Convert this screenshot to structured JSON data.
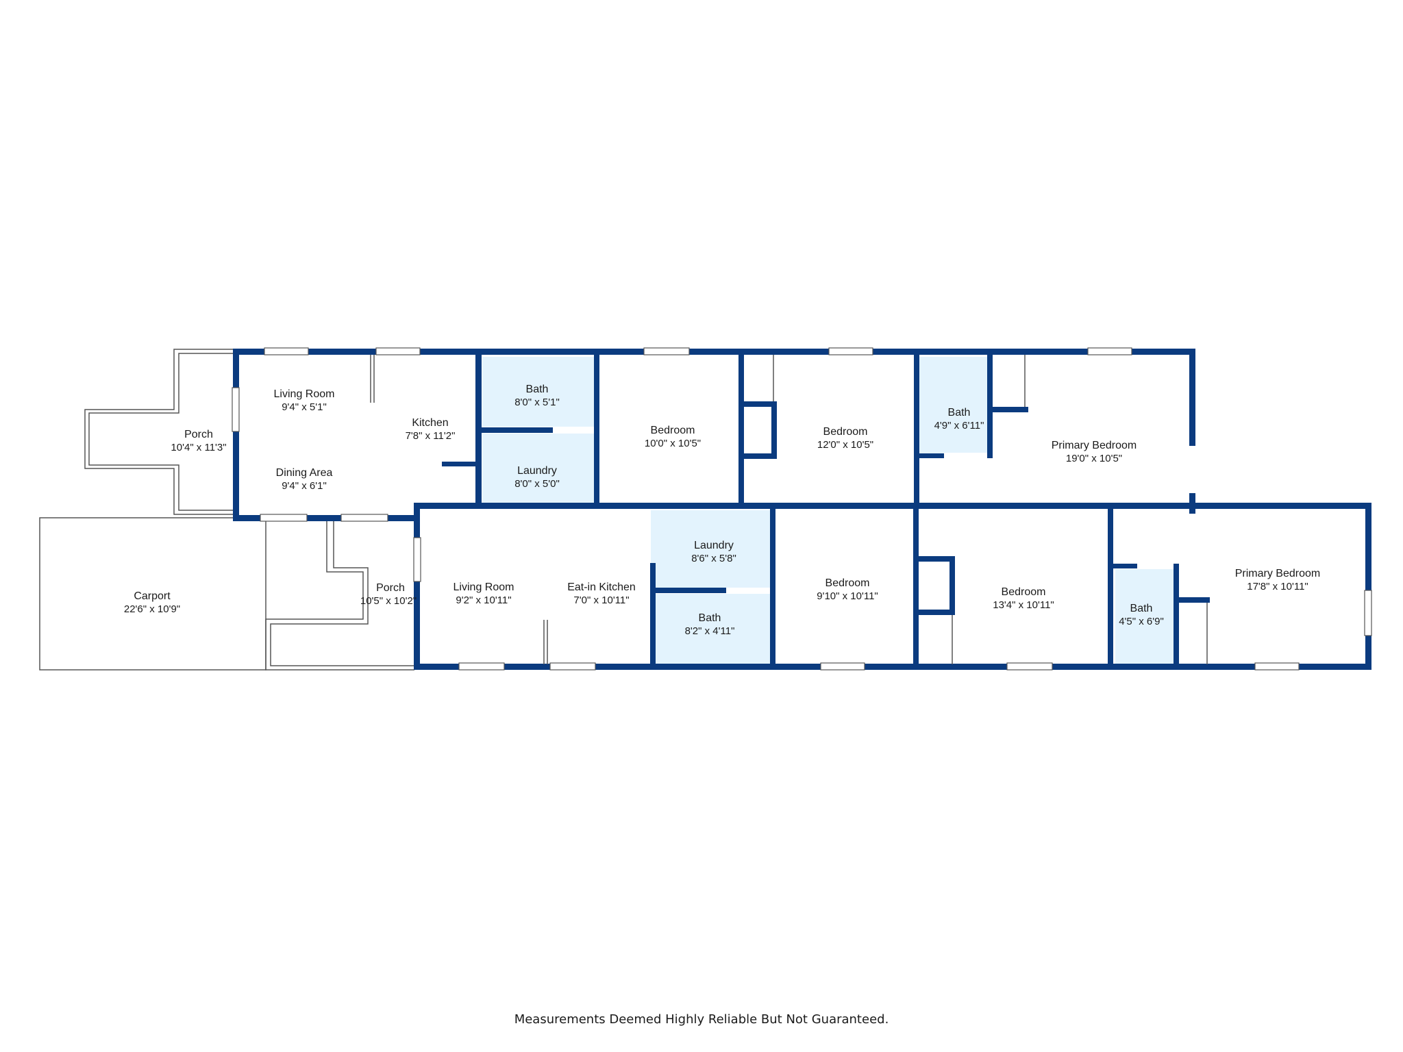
{
  "colors": {
    "wall": "#0b3b7f",
    "wet_room_fill": "#e3f3fd",
    "outline": "#555555",
    "background": "#ffffff"
  },
  "rooms": [
    {
      "id": "porch-1",
      "name": "Porch",
      "dims": "10'4\" x 11'3\""
    },
    {
      "id": "living-room-1",
      "name": "Living Room",
      "dims": "9'4\" x 5'1\""
    },
    {
      "id": "dining-area",
      "name": "Dining Area",
      "dims": "9'4\" x 6'1\""
    },
    {
      "id": "kitchen",
      "name": "Kitchen",
      "dims": "7'8\" x 11'2\""
    },
    {
      "id": "bath-1",
      "name": "Bath",
      "dims": "8'0\" x 5'1\""
    },
    {
      "id": "laundry-1",
      "name": "Laundry",
      "dims": "8'0\" x 5'0\""
    },
    {
      "id": "bedroom-1",
      "name": "Bedroom",
      "dims": "10'0\" x 10'5\""
    },
    {
      "id": "bedroom-2",
      "name": "Bedroom",
      "dims": "12'0\" x 10'5\""
    },
    {
      "id": "bath-2",
      "name": "Bath",
      "dims": "4'9\" x 6'11\""
    },
    {
      "id": "primary-bedroom-1",
      "name": "Primary Bedroom",
      "dims": "19'0\" x 10'5\""
    },
    {
      "id": "carport",
      "name": "Carport",
      "dims": "22'6\" x 10'9\""
    },
    {
      "id": "porch-2",
      "name": "Porch",
      "dims": "10'5\" x 10'2\""
    },
    {
      "id": "living-room-2",
      "name": "Living Room",
      "dims": "9'2\" x 10'11\""
    },
    {
      "id": "eat-in-kitchen",
      "name": "Eat-in Kitchen",
      "dims": "7'0\" x 10'11\""
    },
    {
      "id": "laundry-2",
      "name": "Laundry",
      "dims": "8'6\" x 5'8\""
    },
    {
      "id": "bath-3",
      "name": "Bath",
      "dims": "8'2\" x 4'11\""
    },
    {
      "id": "bedroom-3",
      "name": "Bedroom",
      "dims": "9'10\" x 10'11\""
    },
    {
      "id": "bedroom-4",
      "name": "Bedroom",
      "dims": "13'4\" x 10'11\""
    },
    {
      "id": "bath-4",
      "name": "Bath",
      "dims": "4'5\" x 6'9\""
    },
    {
      "id": "primary-bedroom-2",
      "name": "Primary Bedroom",
      "dims": "17'8\" x 10'11\""
    }
  ],
  "footer": {
    "disclaimer": "Measurements Deemed Highly Reliable But Not Guaranteed."
  }
}
